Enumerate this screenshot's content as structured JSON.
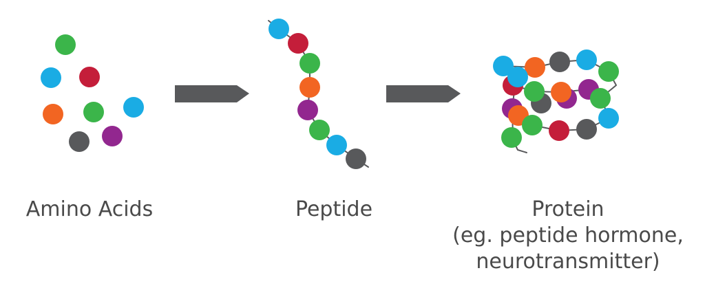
{
  "colors": {
    "green": "#3bb54a",
    "blue": "#1aace4",
    "red": "#c41e3a",
    "orange": "#f26522",
    "purple": "#92278f",
    "gray": "#58595b",
    "arrow": "#58595b",
    "line": "#58595b",
    "text": "#4a4a4a"
  },
  "stages": [
    {
      "name": "amino-acids",
      "label": "Amino Acids"
    },
    {
      "name": "peptide",
      "label": "Peptide"
    },
    {
      "name": "protein",
      "label": "Protein",
      "sublines": [
        "(eg. peptide hormone,",
        "neurotransmitter)"
      ]
    }
  ],
  "amino_acids": [
    "green",
    "blue",
    "red",
    "orange",
    "green",
    "blue",
    "gray",
    "purple"
  ],
  "peptide_chain": [
    "blue",
    "red",
    "green",
    "orange",
    "purple",
    "green",
    "blue",
    "gray"
  ],
  "protein": {
    "back_residues": [
      "gray",
      "purple"
    ],
    "front_residues": [
      "blue",
      "orange",
      "gray",
      "blue",
      "green",
      "green",
      "orange",
      "purple",
      "green",
      "red",
      "purple",
      "orange",
      "green",
      "red",
      "gray",
      "blue",
      "green",
      "blue"
    ]
  }
}
